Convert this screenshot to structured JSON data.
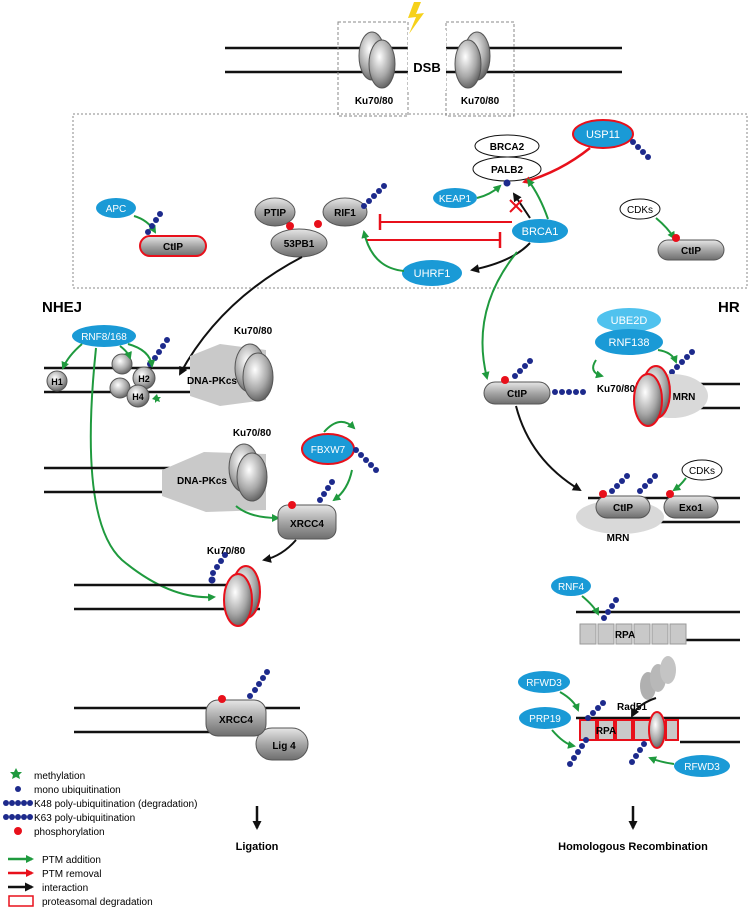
{
  "top": {
    "dsb": "DSB",
    "ku_left": "Ku70/80",
    "ku_right": "Ku70/80"
  },
  "sections": {
    "nhej": "NHEJ",
    "hr": "HR"
  },
  "proteins": {
    "apc": "APC",
    "ctip": "CtIP",
    "ptip": "PTIP",
    "rif1": "RIF1",
    "p53bp1": "53PB1",
    "brca2": "BRCA2",
    "palb2": "PALB2",
    "keap1": "KEAP1",
    "brca1": "BRCA1",
    "usp11": "USP11",
    "cdks": "CDKs",
    "uhrf1": "UHRF1",
    "rnf8": "RNF8/168",
    "h1": "H1",
    "h2": "H2",
    "h4": "H4",
    "dnapkcs": "DNA-PKcs",
    "ku7080": "Ku70/80",
    "ube2d": "UBE2D",
    "rnf138": "RNF138",
    "mrn": "MRN",
    "exo1": "Exo1",
    "fbxw7": "FBXW7",
    "xrcc4": "XRCC4",
    "lig4": "Lig 4",
    "rnf4": "RNF4",
    "rpa": "RPA",
    "rad51": "Rad51",
    "rfwd3": "RFWD3",
    "prp19": "PRP19"
  },
  "outcomes": {
    "ligation": "Ligation",
    "hr": "Homologous Recombination"
  },
  "legend": {
    "methylation": "methylation",
    "mono": "mono ubiquitination",
    "k48": "K48 poly-ubiquitination (degradation)",
    "k63": "K63 poly-ubiquitination",
    "phos": "phosphorylation",
    "ptm_add": "PTM addition",
    "ptm_remove": "PTM removal",
    "interaction": "interaction",
    "proteasomal": "proteasomal degradation"
  },
  "colors": {
    "blue": "#1a9ad6",
    "green": "#1f9a3e",
    "red": "#e8101b",
    "navy": "#1d2a8c",
    "gray": "#b9b9b9",
    "yellow": "#f6d11a"
  }
}
